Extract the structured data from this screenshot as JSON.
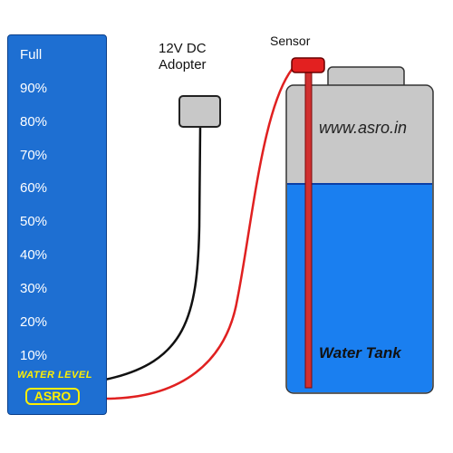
{
  "panel": {
    "levels": [
      "Full",
      "90%",
      "80%",
      "70%",
      "60%",
      "50%",
      "40%",
      "30%",
      "20%",
      "10%"
    ],
    "brand_text": "WATER LEVEL",
    "logo_text": "ASRO"
  },
  "adapter": {
    "line1": "12V DC",
    "line2": "Adopter"
  },
  "sensor": {
    "label": "Sensor"
  },
  "tank": {
    "website": "www.asro.in",
    "label": "Water Tank"
  },
  "colors": {
    "panel_blue": "#1e6fd2",
    "bar_green": "#22c02a",
    "bar_yellow": "#f4ef00",
    "bar_red": "#d11212",
    "tank_gray": "#c8c8c8",
    "water_blue": "#1a7ff0",
    "wire_red": "#e02020",
    "wire_black": "#111111"
  }
}
